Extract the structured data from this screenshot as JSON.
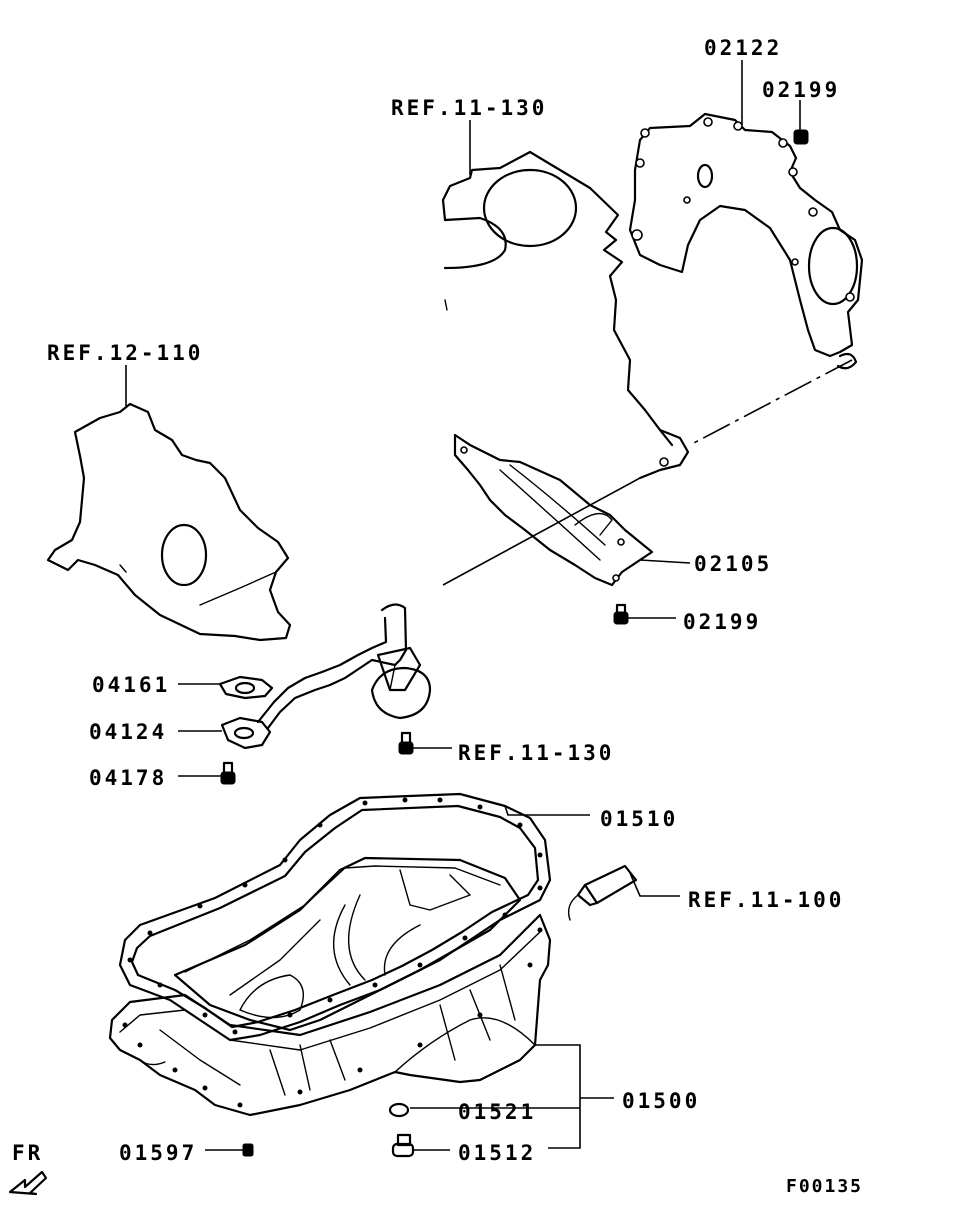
{
  "diagram": {
    "drawing_code": "F00135",
    "orientation_label": "FR",
    "parts": [
      {
        "key": "p02122",
        "number": "02122"
      },
      {
        "key": "p02199a",
        "number": "02199"
      },
      {
        "key": "ref11130a",
        "number": "REF.11-130"
      },
      {
        "key": "ref12110",
        "number": "REF.12-110"
      },
      {
        "key": "p02105",
        "number": "02105"
      },
      {
        "key": "p02199b",
        "number": "02199"
      },
      {
        "key": "p04161",
        "number": "04161"
      },
      {
        "key": "p04124",
        "number": "04124"
      },
      {
        "key": "ref11130b",
        "number": "REF.11-130"
      },
      {
        "key": "p04178",
        "number": "04178"
      },
      {
        "key": "p01510",
        "number": "01510"
      },
      {
        "key": "ref11100",
        "number": "REF.11-100"
      },
      {
        "key": "p01500",
        "number": "01500"
      },
      {
        "key": "p01521",
        "number": "01521"
      },
      {
        "key": "p01597",
        "number": "01597"
      },
      {
        "key": "p01512",
        "number": "01512"
      }
    ]
  }
}
